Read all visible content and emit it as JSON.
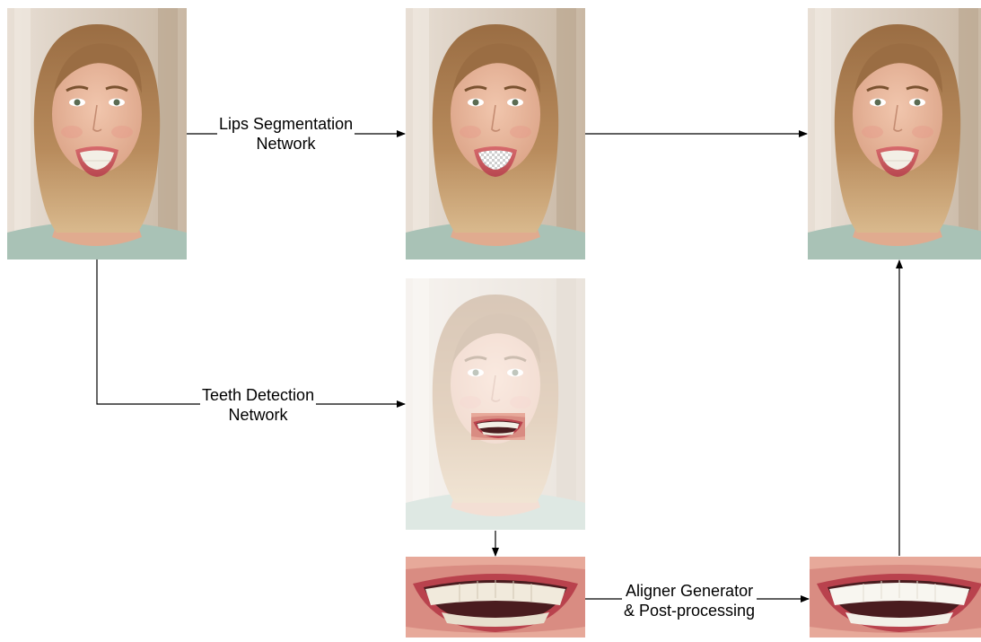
{
  "edges": {
    "lips_segmentation": {
      "line1": "Lips Segmentation",
      "line2": "Network"
    },
    "teeth_detection": {
      "line1": "Teeth Detection",
      "line2": "Network"
    },
    "aligner_generator": {
      "line1": "Aligner Generator",
      "line2": "& Post-processing"
    }
  },
  "nodes": {
    "input_photo": {
      "icon": "face-portrait-icon"
    },
    "masked_photo": {
      "icon": "face-portrait-masked-icon"
    },
    "output_photo": {
      "icon": "face-portrait-aligned-icon"
    },
    "detected_photo": {
      "icon": "face-portrait-faded-icon"
    },
    "teeth_crop": {
      "icon": "teeth-crop-icon"
    },
    "aligned_teeth": {
      "icon": "aligned-teeth-icon"
    }
  },
  "colors": {
    "arrow": "#000000",
    "background_blur": "#c9b8a4",
    "hair": "#8a5f36",
    "skin": "#e8b69a",
    "shirt": "#a9c2b6",
    "lips": "#c8555a",
    "teeth": "#f3efe6"
  }
}
